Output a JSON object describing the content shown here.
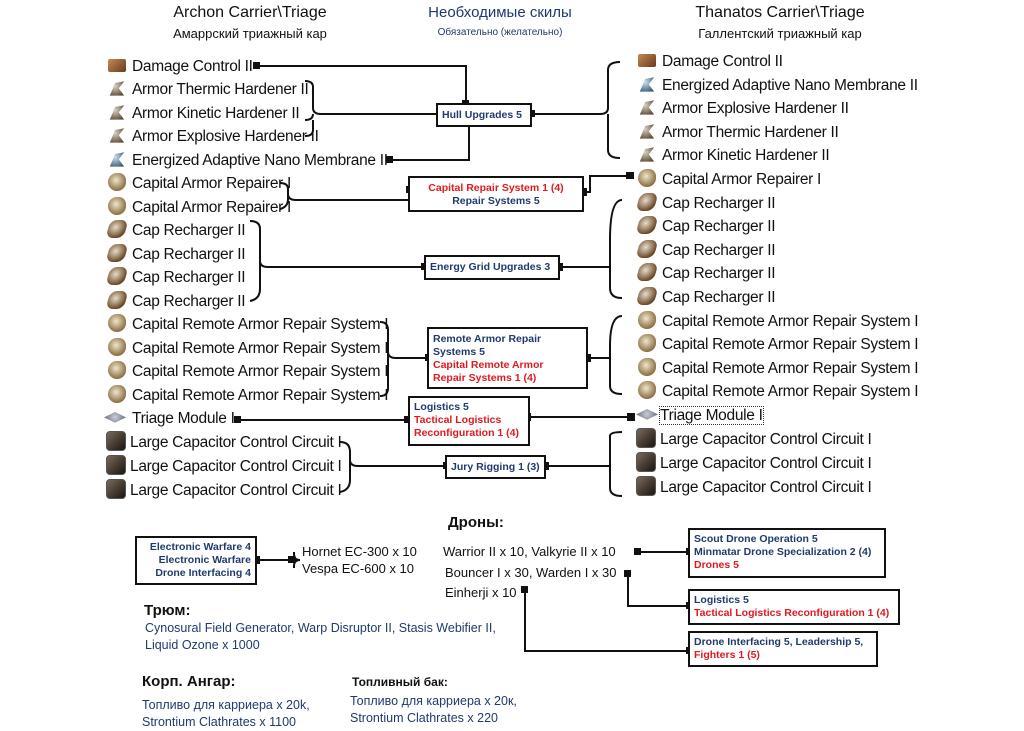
{
  "header": {
    "left_title": "Archon Carrier\\Triage",
    "left_subtitle": "Амаррский триажный кар",
    "center_title": "Необходимые скилы",
    "center_subtitle": "Обязательно (желательно)",
    "right_title": "Thanatos Carrier\\Triage",
    "right_subtitle": "Галлентский триажный кар"
  },
  "left_fit": [
    {
      "icon": "damage-control-icon",
      "label": "Damage Control II"
    },
    {
      "icon": "hardener-icon",
      "label": "Armor Thermic Hardener II"
    },
    {
      "icon": "hardener-icon",
      "label": "Armor Kinetic Hardener II"
    },
    {
      "icon": "hardener-icon",
      "label": "Armor Explosive Hardener II"
    },
    {
      "icon": "nano-membrane-icon",
      "label": "Energized Adaptive Nano Membrane II"
    },
    {
      "icon": "armor-repairer-icon",
      "label": "Capital Armor Repairer I"
    },
    {
      "icon": "armor-repairer-icon",
      "label": "Capital Armor Repairer I"
    },
    {
      "icon": "cap-recharger-icon",
      "label": "Cap Recharger II"
    },
    {
      "icon": "cap-recharger-icon",
      "label": "Cap Recharger II"
    },
    {
      "icon": "cap-recharger-icon",
      "label": "Cap Recharger II"
    },
    {
      "icon": "cap-recharger-icon",
      "label": "Cap Recharger II"
    },
    {
      "icon": "armor-repairer-icon",
      "label": "Capital Remote Armor Repair System I"
    },
    {
      "icon": "armor-repairer-icon",
      "label": "Capital Remote Armor Repair System I"
    },
    {
      "icon": "armor-repairer-icon",
      "label": "Capital Remote Armor Repair System I"
    },
    {
      "icon": "armor-repairer-icon",
      "label": "Capital Remote Armor Repair System I"
    },
    {
      "icon": "triage-module-icon",
      "label": "Triage Module I"
    },
    {
      "icon": "cap-control-circuit-icon",
      "label": "Large Capacitor Control Circuit I"
    },
    {
      "icon": "cap-control-circuit-icon",
      "label": "Large Capacitor Control Circuit I"
    },
    {
      "icon": "cap-control-circuit-icon",
      "label": "Large Capacitor Control Circuit I"
    }
  ],
  "right_fit": [
    {
      "icon": "damage-control-icon",
      "label": "Damage Control II"
    },
    {
      "icon": "nano-membrane-icon",
      "label": "Energized Adaptive Nano Membrane II"
    },
    {
      "icon": "hardener-icon",
      "label": "Armor Explosive Hardener II"
    },
    {
      "icon": "hardener-icon",
      "label": "Armor Thermic Hardener II"
    },
    {
      "icon": "hardener-icon",
      "label": "Armor Kinetic Hardener II"
    },
    {
      "icon": "armor-repairer-icon",
      "label": "Capital Armor Repairer I"
    },
    {
      "icon": "cap-recharger-icon",
      "label": "Cap Recharger II"
    },
    {
      "icon": "cap-recharger-icon",
      "label": "Cap Recharger II"
    },
    {
      "icon": "cap-recharger-icon",
      "label": "Cap Recharger II"
    },
    {
      "icon": "cap-recharger-icon",
      "label": "Cap Recharger II"
    },
    {
      "icon": "cap-recharger-icon",
      "label": "Cap Recharger II"
    },
    {
      "icon": "armor-repairer-icon",
      "label": "Capital Remote Armor Repair System I"
    },
    {
      "icon": "armor-repairer-icon",
      "label": "Capital Remote Armor Repair System I"
    },
    {
      "icon": "armor-repairer-icon",
      "label": "Capital Remote Armor Repair System I"
    },
    {
      "icon": "armor-repairer-icon",
      "label": "Capital Remote Armor Repair System I"
    },
    {
      "icon": "triage-module-icon",
      "label": "Triage Module I"
    },
    {
      "icon": "cap-control-circuit-icon",
      "label": "Large Capacitor Control Circuit I"
    },
    {
      "icon": "cap-control-circuit-icon",
      "label": "Large Capacitor Control Circuit I"
    },
    {
      "icon": "cap-control-circuit-icon",
      "label": "Large Capacitor Control Circuit I"
    }
  ],
  "skills": {
    "hull": [
      {
        "text": "Hull Upgrades 5",
        "type": "required"
      }
    ],
    "repair": [
      {
        "text": "Capital Repair System 1 (4)",
        "type": "critical"
      },
      {
        "text": "Repair Systems 5",
        "type": "required"
      }
    ],
    "energy": [
      {
        "text": "Energy Grid Upgrades 3",
        "type": "required"
      }
    ],
    "remote": [
      {
        "text": "Remote Armor Repair Systems 5",
        "type": "required"
      },
      {
        "text": "Capital Remote Armor Repair Systems 1 (4)",
        "type": "critical"
      }
    ],
    "logistics": [
      {
        "text": "Logistics 5",
        "type": "required"
      },
      {
        "text": "Tactical Logistics Reconfiguration 1 (4)",
        "type": "critical"
      }
    ],
    "jury": [
      {
        "text": "Jury Rigging 1 (3)",
        "type": "required"
      }
    ]
  },
  "drones": {
    "title": "Дроны:",
    "ew_box": [
      "Electronic Warfare 4",
      "Electronic Warfare",
      "Drone Interfacing 4"
    ],
    "ew_drones": [
      "Hornet EC-300 x 10",
      "Vespa EC-600 x 10"
    ],
    "groups": [
      "Warrior II  x 10, Valkyrie II  x 10",
      "Bouncer I x 30, Warden I x 30",
      "Einherji x 10"
    ],
    "box1": {
      "lines": [
        "Scout Drone Operation 5",
        "Minmatar Drone Specialization 2 (4)",
        "Drones 5"
      ],
      "colors": [
        "blue",
        "blue",
        "red"
      ]
    },
    "box2": {
      "lines": [
        "Logistics 5",
        "Tactical Logistics Reconfiguration 1 (4)"
      ],
      "colors": [
        "blue",
        "red"
      ]
    },
    "box3": {
      "lines": [
        "Drone Interfacing 5, Leadership 5,",
        "Fighters 1 (5)"
      ],
      "colors": [
        "blue",
        "red"
      ]
    }
  },
  "cargo": {
    "title": "Трюм:",
    "text": "Cynosural Field Generator, Warp Disruptor II, Stasis Webifier II, Liquid Ozone x 1000"
  },
  "corp_hangar": {
    "title": "Корп. Ангар:",
    "lines": [
      "Топливо для карриера x 20k,",
      "Strontium Clathrates x 1100"
    ]
  },
  "fuel_bay": {
    "title": "Топливный бак:",
    "lines": [
      "Топливо для карриера x 20к,",
      "Strontium Clathrates x 220"
    ]
  },
  "colors": {
    "required": "#1f3a6e",
    "critical": "#e0191f",
    "line": "#111111"
  }
}
